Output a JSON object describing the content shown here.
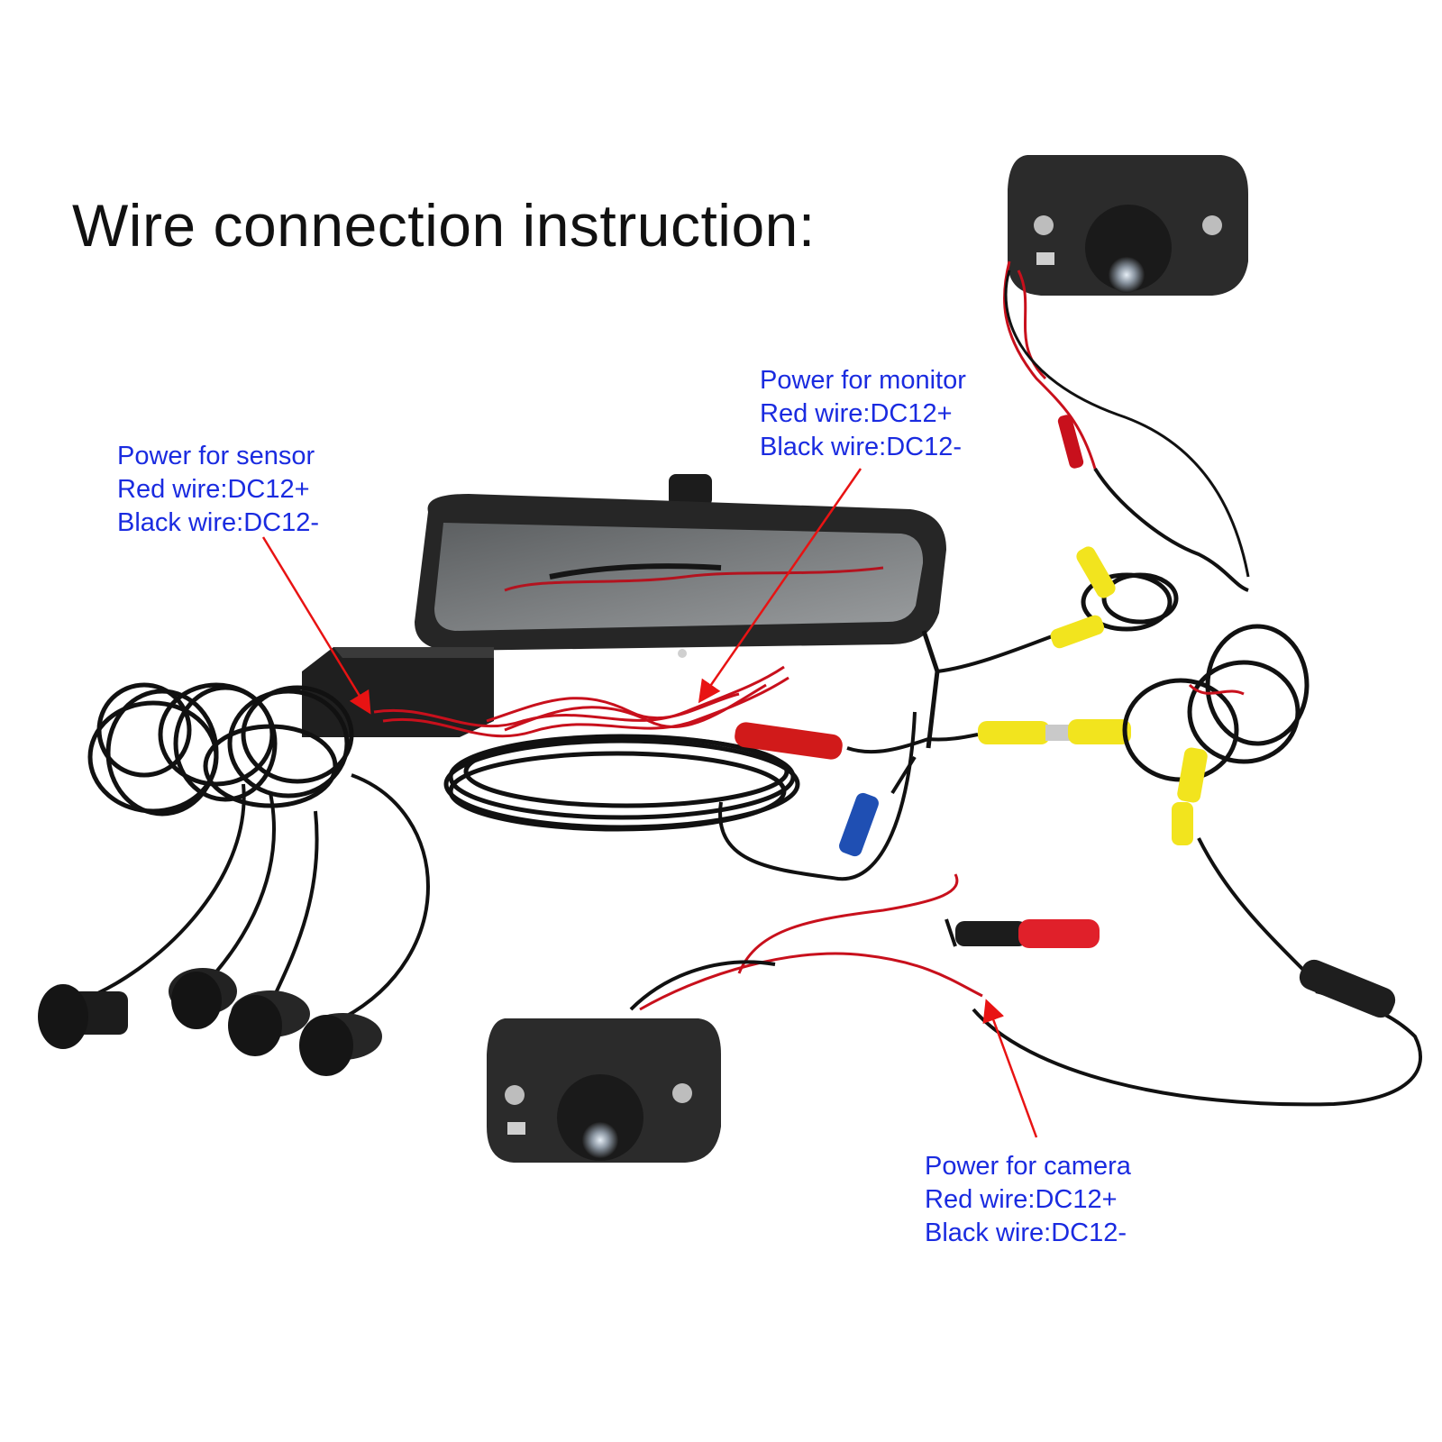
{
  "title": "Wire connection instruction:",
  "colors": {
    "label_text": "#1a2be0",
    "arrow": "#e81313",
    "cable": "#111111",
    "red_wire": "#c8101c",
    "yellow_rca": "#f2e41e",
    "blue_plug": "#1f4fb3",
    "device_body": "#2b2b2b"
  },
  "callouts": {
    "sensor": {
      "heading": "Power for sensor",
      "red": "Red wire:DC12+",
      "black": "Black wire:DC12-"
    },
    "monitor": {
      "heading": "Power for monitor",
      "red": "Red wire:DC12+",
      "black": "Black wire:DC12-"
    },
    "camera": {
      "heading": "Power for camera",
      "red": "Red wire:DC12+",
      "black": "Black wire:DC12-"
    }
  }
}
